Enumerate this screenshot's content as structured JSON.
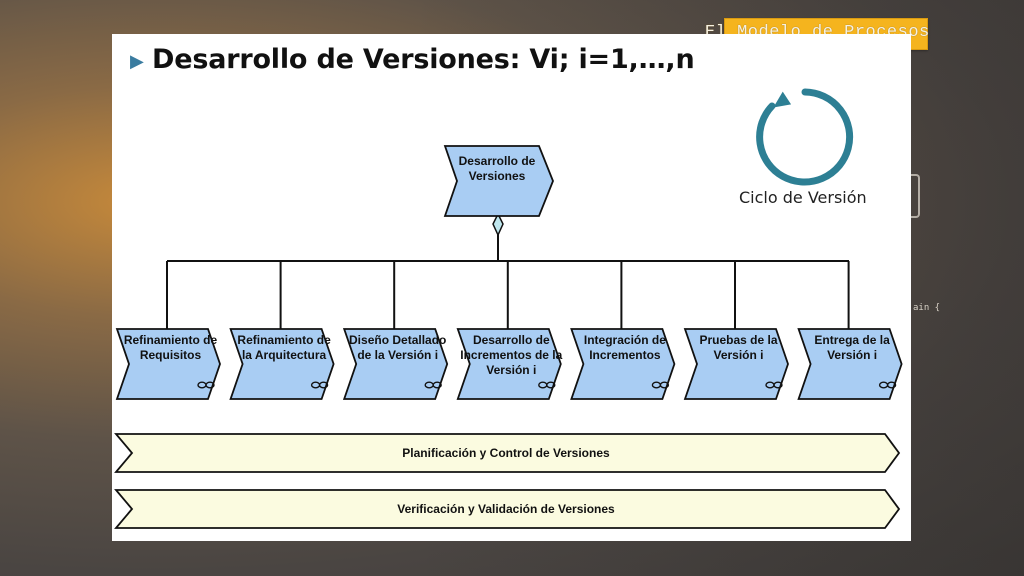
{
  "header": {
    "label": "El Modelo de Procesos"
  },
  "slide": {
    "title": "Desarrollo de Versiones: Vi; i=1,…,n",
    "cycle_label": "Ciclo de Versión"
  },
  "background": {
    "code_fragment": "ain {"
  },
  "diagram": {
    "root": {
      "lines": [
        "Desarrollo de",
        "Versiones"
      ]
    },
    "subprocesses": [
      {
        "lines": [
          "Refinamiento de",
          "Requisitos"
        ]
      },
      {
        "lines": [
          "Refinamiento de",
          "la Arquitectura"
        ]
      },
      {
        "lines": [
          "Diseño Detallado",
          "de la Versión i"
        ]
      },
      {
        "lines": [
          "Desarrollo de",
          "Incrementos de la",
          "Versión i"
        ]
      },
      {
        "lines": [
          "Integración de",
          "Incrementos"
        ]
      },
      {
        "lines": [
          "Pruebas de la",
          "Versión i"
        ]
      },
      {
        "lines": [
          "Entrega de la",
          "Versión i"
        ]
      }
    ],
    "bands": [
      {
        "label": "Planificación y Control de Versiones"
      },
      {
        "label": "Verificación y Validación de Versiones"
      }
    ]
  },
  "colors": {
    "process_fill": "#a9cdf3",
    "band_fill": "#fbfbe0",
    "cycle_stroke": "#2d7f94"
  }
}
